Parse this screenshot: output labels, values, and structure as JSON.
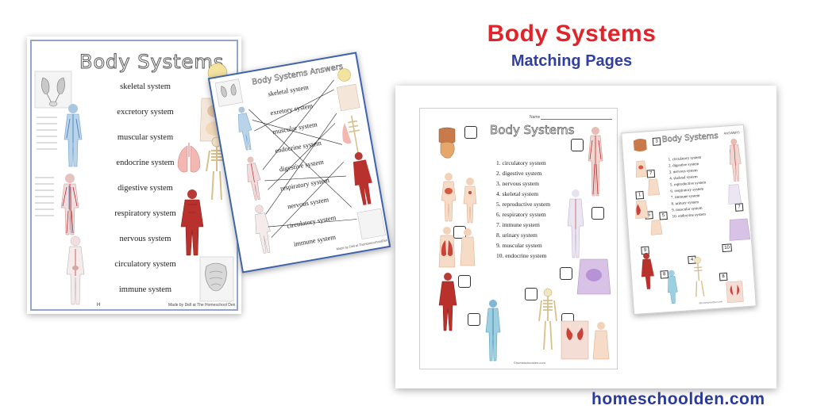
{
  "headline": {
    "title": "Body Systems",
    "subtitle": "Matching Pages",
    "title_color": "#e0242a",
    "subtitle_color": "#2f3fa3"
  },
  "site_url": "homeschoolden.com",
  "matching_page": {
    "title": "Body Systems",
    "systems": [
      "skeletal system",
      "excretory system",
      "muscular system",
      "endocrine system",
      "digestive system",
      "respiratory system",
      "nervous system",
      "circulatory system",
      "immune system"
    ],
    "page_number": "H",
    "footer": "Made by Dell at The Homeschool Den"
  },
  "answers_page": {
    "title": "Body Systems Answers",
    "systems": [
      "skeletal system",
      "exretory system",
      "muscular system",
      "endocrine system",
      "digestive system",
      "respiratory system",
      "nervous system",
      "circulatory system",
      "immune system"
    ],
    "footer": "Made by Dell at TheHomeschoolDen"
  },
  "numbered_page": {
    "name_label": "Name",
    "title": "Body Systems",
    "systems": [
      "1. circulatory system",
      "2. digestive system",
      "3. nervous system",
      "4. skeletal system",
      "5. reproductive system",
      "6. respiratory system",
      "7. immune system",
      "8. urinary system",
      "9. muscular system",
      "10. endocrine system"
    ],
    "footer": "©homeschoolden.com"
  },
  "small_page": {
    "title": "Body Systems",
    "corner_label": "ANSWERS",
    "systems": [
      "1. circulatory system",
      "2. digestive system",
      "3. nervous system",
      "4. skeletal system",
      "5. reproductive system",
      "6. respiratory system",
      "7. immune system",
      "8. urinary system",
      "9. muscular system",
      "10. endocrine system"
    ],
    "box_numbers": [
      "3",
      "2",
      "7",
      "1",
      "6",
      "5",
      "7",
      "9",
      "10",
      "8",
      "4",
      "8"
    ],
    "footer": "©homeschoolden.com"
  }
}
